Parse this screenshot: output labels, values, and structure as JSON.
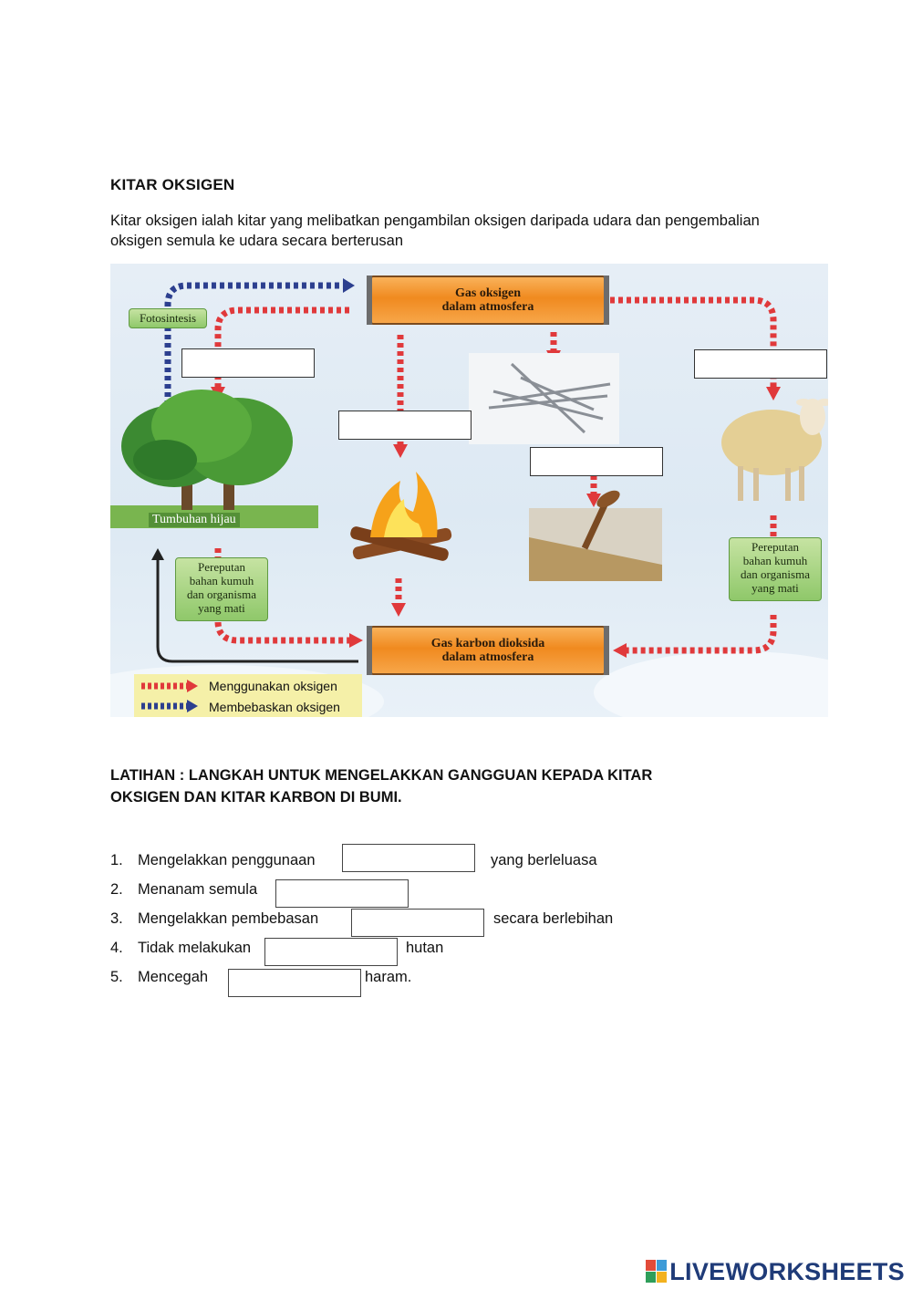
{
  "heading": "KITAR OKSIGEN",
  "intro": "Kitar oksigen ialah kitar yang melibatkan pengambilan oksigen daripada udara dan pengembalian oksigen semula ke udara secara berterusan",
  "diagram": {
    "top_bar_line1": "Gas oksigen",
    "top_bar_line2": "dalam atmosfera",
    "bottom_bar_line1": "Gas karbon dioksida",
    "bottom_bar_line2": "dalam atmosfera",
    "fotosintesis": "Fotosintesis",
    "tumbuhan": "Tumbuhan hijau",
    "decay_left": [
      "Pereputan",
      "bahan kumuh",
      "dan organisma",
      "yang mati"
    ],
    "decay_right": [
      "Pereputan",
      "bahan kumuh",
      "dan organisma",
      "yang mati"
    ],
    "legend_use": "Menggunakan oksigen",
    "legend_release": "Membebaskan oksigen",
    "colors": {
      "use_arrow": "#e0393b",
      "release_arrow": "#2c3f8f",
      "bar": "#f08a1f"
    }
  },
  "exercise": {
    "title_line1": "LATIHAN : LANGKAH UNTUK MENGELAKKAN GANGGUAN KEPADA KITAR",
    "title_line2": "OKSIGEN DAN KITAR KARBON DI BUMI.",
    "items": [
      {
        "num": "1.",
        "before": "Mengelakkan penggunaan",
        "after": "yang berleluasa"
      },
      {
        "num": "2.",
        "before": "Menanam semula",
        "after": ""
      },
      {
        "num": "3.",
        "before": "Mengelakkan pembebasan",
        "after": "secara berlebihan"
      },
      {
        "num": "4.",
        "before": "Tidak melakukan",
        "after": "hutan"
      },
      {
        "num": "5.",
        "before": "Mencegah",
        "after": "haram."
      }
    ]
  },
  "brand": {
    "logo_text": "LIVEWORKSHEETS"
  }
}
